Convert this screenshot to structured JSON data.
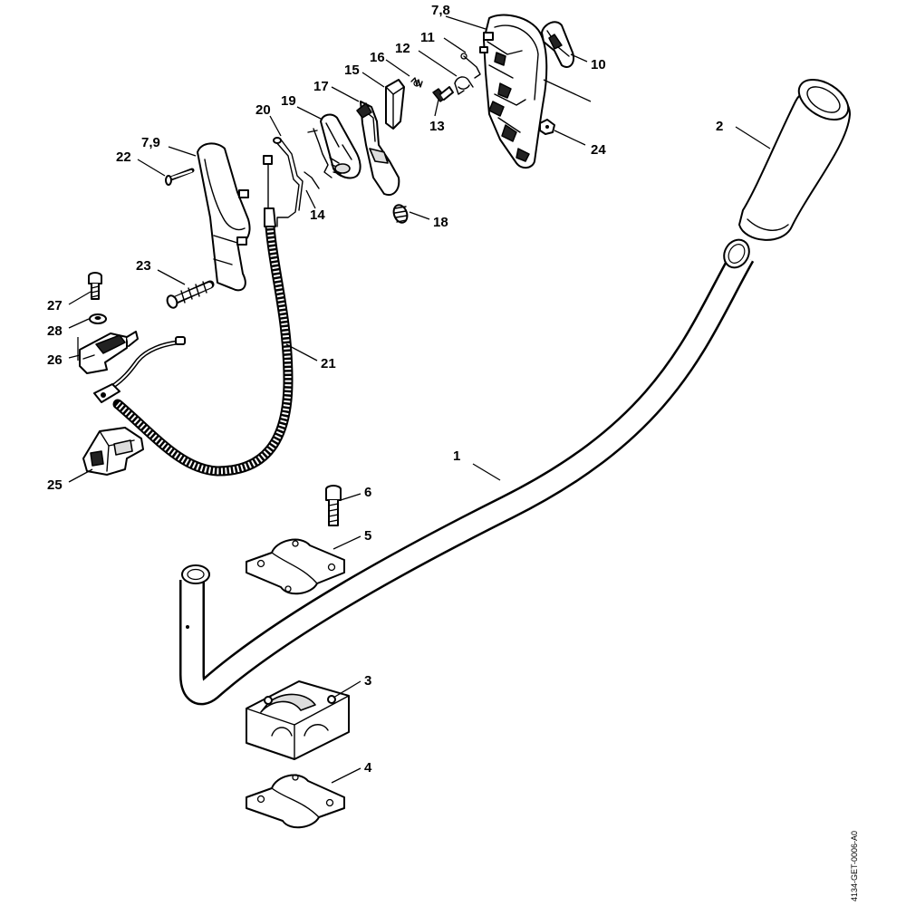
{
  "labels": {
    "l1": "1",
    "l2": "2",
    "l3": "3",
    "l4": "4",
    "l5": "5",
    "l6": "6",
    "l78": "7,8",
    "l79": "7,9",
    "l10": "10",
    "l11": "11",
    "l12": "12",
    "l13": "13",
    "l14": "14",
    "l15": "15",
    "l16": "16",
    "l17": "17",
    "l18": "18",
    "l19": "19",
    "l20": "20",
    "l21": "21",
    "l22": "22",
    "l23": "23",
    "l24": "24",
    "l25": "25",
    "l26": "26",
    "l27": "27",
    "l28": "28"
  },
  "reference": "4134-GET-0006-A0"
}
